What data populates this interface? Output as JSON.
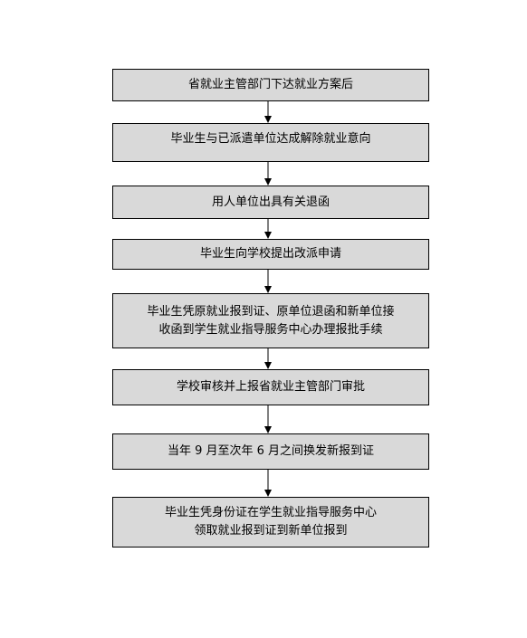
{
  "flowchart": {
    "steps": [
      {
        "lines": [
          "省就业主管部门下达就业方案后"
        ]
      },
      {
        "lines": [
          "毕业生与已派遣单位达成解除就业意向"
        ]
      },
      {
        "lines": [
          "用人单位出具有关退函"
        ]
      },
      {
        "lines": [
          "毕业生向学校提出改派申请"
        ]
      },
      {
        "lines": [
          "毕业生凭原就业报到证、原单位退函和新单位接",
          "收函到学生就业指导服务中心办理报批手续"
        ]
      },
      {
        "lines": [
          "学校审核并上报省就业主管部门审批"
        ]
      },
      {
        "lines": [
          "当年 9 月至次年 6 月之间换发新报到证"
        ]
      },
      {
        "lines": [
          "毕业生凭身份证在学生就业指导服务中心",
          "领取就业报到证到新单位报到"
        ]
      }
    ]
  }
}
